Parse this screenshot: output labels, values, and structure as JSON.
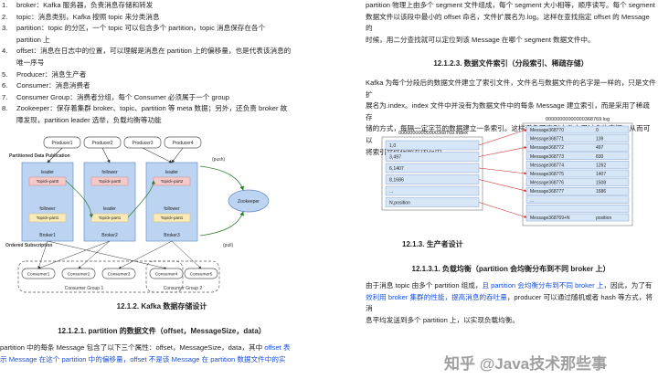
{
  "left": {
    "list": [
      {
        "num": "1.",
        "text": "broker：Kafka 服务器，负责消息存储和转发"
      },
      {
        "num": "2.",
        "text": "topic：消息类别，Kafka 按照 topic 来分类消息"
      },
      {
        "num": "3.",
        "text": "partition：topic 的分区，一个 topic 可以包含多个 partition，topic 消息保存在各个"
      },
      {
        "num": "",
        "text": "partition 上"
      },
      {
        "num": "4.",
        "text": "offset：消息在日志中的位置，可以理解是消息在 partition 上的偏移量，也是代表该消息的"
      },
      {
        "num": "",
        "text": "唯一序号"
      },
      {
        "num": "5.",
        "text": "Producer：消息生产者"
      },
      {
        "num": "6.",
        "text": "Consumer：消息消费者"
      },
      {
        "num": "7.",
        "text": "Consumer Group：消费者分组，每个 Consumer 必须属于一个 group"
      },
      {
        "num": "8.",
        "text": "Zookeeper：保存着集群 broker、topic、partition 等 meta 数据；另外，还负责 broker 故"
      },
      {
        "num": "",
        "text": "障发现，partition leader 选举，负载均衡等功能"
      }
    ],
    "diagram1": {
      "producers": [
        "Producer1",
        "Producer2",
        "Producer3",
        "Producer4"
      ],
      "partitioned_label": "Partitioned Data Publication",
      "push_label": "(push)",
      "pull_label": "(pull)",
      "brokers": [
        {
          "name": "Broker1",
          "roles": [
            "leader",
            "follower"
          ],
          "parts": [
            "Topick-part0",
            "Topick-part1"
          ]
        },
        {
          "name": "Broker2",
          "roles": [
            "follower",
            "leader"
          ],
          "parts": [
            "Topick-part0",
            "Topick-part1"
          ]
        },
        {
          "name": "Broker3",
          "roles": [
            "leader",
            "follower"
          ],
          "parts": [
            "Topick-part2",
            "Topick-part1"
          ]
        }
      ],
      "zookeeper": "Zookeeper",
      "ordered_label": "Ordered Subscription",
      "consumers_g1": [
        "Consumer1",
        "Consumer2",
        "Consumer3"
      ],
      "consumers_g2": [
        "Consumer4",
        "Consumer5"
      ],
      "group1": "Consumer Group 1",
      "group2": "Consumer Group 2"
    },
    "h_122": "12.1.2.     Kafka 数据存储设计",
    "h_12211": "12.1.2.1.   partition 的数据文件（offset，MessageSize，data）",
    "p1_a": "partition 中的每条 Message 包含了以下三个属性：offset，MessageSize，data，其中 ",
    "p1_b": "offset 表",
    "p2_a": "示 Message 在这个 partition 中的偏移量，offset 不是该 Message 在 partition 数据文件中的实"
  },
  "right": {
    "p_top1": "partition 物理上由多个 segment 文件组成，每个 segment 大小相等，顺序读写。每个 segment",
    "p_top2": "数据文件以该段中最小的 offset 命名，文件扩展名为.log。这样在查找指定 offset 的 Message 的",
    "p_top3": "时候，用二分查找就可以定位到该 Message 在哪个 segment 数据文件中。",
    "h_1223": "12.1.2.3.   数据文件索引（分段索引、稀疏存储）",
    "p_mid1": "Kafka 为每个分段后的数据文件建立了索引文件，文件名与数据文件的名字是一样的，只是文件扩",
    "p_mid2": "展名为.index。index 文件中并没有为数据文件中的每条 Message 建立索引，而是采用了稀疏存",
    "p_mid3": "储的方式，每隔一定字节的数据建立一条索引。这样避免了索引文件占用过多的空间，从而可以",
    "p_mid4": "将索引文件保留在内存中。",
    "diagram2": {
      "index_file": "00000000000000368769.index",
      "index_rows": [
        [
          "1,0"
        ],
        [
          "3,497"
        ],
        [
          "6,1407"
        ],
        [
          "8,1686"
        ],
        [
          "..."
        ],
        [
          "N,position"
        ]
      ],
      "log_file": "00000000000000368769.log",
      "log_rows": [
        [
          "Message368770",
          "0"
        ],
        [
          "Message368771",
          "139"
        ],
        [
          "Message368772",
          "497"
        ],
        [
          "Message368773",
          "830"
        ],
        [
          "Message368774",
          "1262"
        ],
        [
          "Message368775",
          "1407"
        ],
        [
          "Message368776",
          "1508"
        ],
        [
          "Message368777",
          "1686"
        ],
        [
          "...",
          ""
        ],
        [
          "",
          ""
        ],
        [
          "Message368769+N",
          "position"
        ]
      ]
    },
    "h_1213": "12.1.3.     生产者设计",
    "h_12131": "12.1.3.1.   负载均衡（partition 会均衡分布到不同 broker 上）",
    "p_b1_a": "由于消息 topic 由多个 partition 组成，",
    "p_b1_b": "且 partition 会均衡分布到不同 broker 上",
    "p_b1_c": "，因此，为了有",
    "p_b2_a": "效利用 broker 集群的性能，提高消息的吞吐量",
    "p_b2_b": "，producer 可以通过随机或者 hash 等方式，将消",
    "p_b3": "息平均发送到多个 partition 上，以实现负载均衡。",
    "watermark": "知乎 @Java技术那些事"
  },
  "colors": {
    "accent_blue": "#1a4fd6",
    "broker_fill": "#bcd4f2",
    "part_red": "#f6c9c9",
    "part_yellow": "#f9eab7",
    "index_fill": "#d7e6f7"
  }
}
